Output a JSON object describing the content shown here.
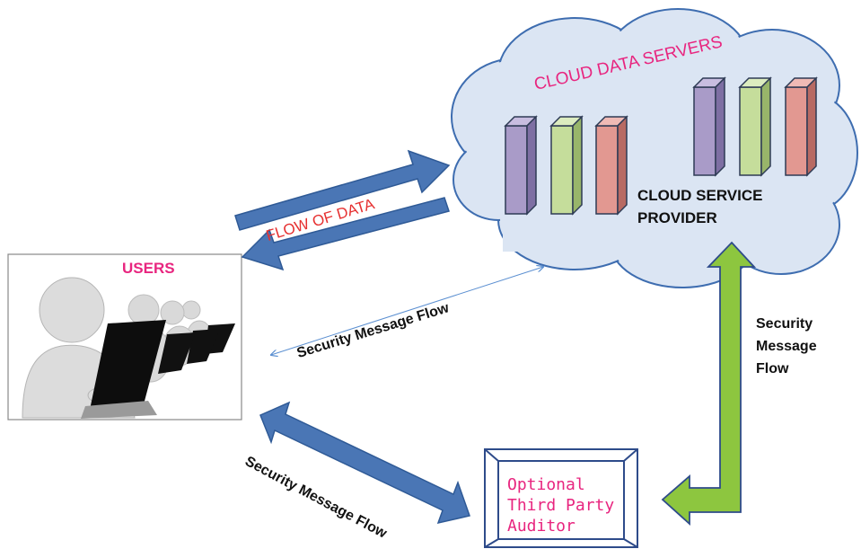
{
  "diagram": {
    "cloud_title": "CLOUD DATA SERVERS",
    "provider_lines": [
      "CLOUD SERVICE",
      "PROVIDER"
    ],
    "users_label": "USERS",
    "flow_label": "FLOW OF DATA",
    "security_flow_top": "Security Message Flow",
    "security_flow_right_lines": [
      "Security",
      "Message",
      "Flow"
    ],
    "security_flow_bottom": "Security Message Flow",
    "auditor_lines": [
      "Optional",
      "Third Party",
      "Auditor"
    ]
  },
  "colors": {
    "cloud_fill": "#dbe5f3",
    "cloud_stroke": "#3e6db0",
    "arrow_blue": "#4a76b5",
    "arrow_green": "#8dc63f",
    "server_purple": "#a99bc8",
    "server_green": "#c5dd9b",
    "server_red": "#e29891",
    "label_pink": "#e8257f",
    "label_red": "#e63030"
  },
  "icons": {
    "users_image": "users-at-laptops-illustration",
    "server": "server-tower-icon"
  }
}
